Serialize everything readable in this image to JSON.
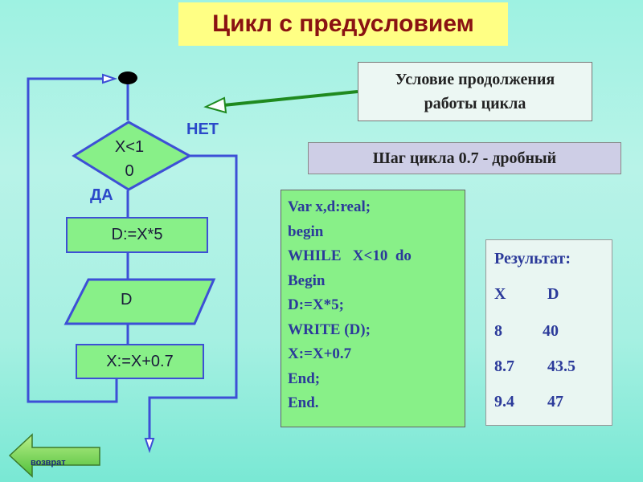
{
  "title": "Цикл с предусловием",
  "flowchart": {
    "condition": "X<1\n0",
    "label_no": "НЕТ",
    "label_yes": "ДА",
    "process_1": "D:=X*5",
    "output": "D",
    "process_2": "X:=X+0.7"
  },
  "note": {
    "line1": "Условие продолжения",
    "line2": "работы цикла"
  },
  "step_note": "Шаг цикла  0.7  - дробный",
  "code_lines": [
    "Var x,d:real;",
    "begin",
    "WHILE   X<10  do",
    "Begin",
    "D:=X*5;",
    "WRITE (D);",
    "X:=X+0.7",
    "End;",
    "End."
  ],
  "result": {
    "title": "Результат:",
    "col_x": "X",
    "col_d": "D",
    "rows": [
      {
        "x": "8",
        "d": "40"
      },
      {
        "x": "8.7",
        "d": "43.5"
      },
      {
        "x": "9.4",
        "d": "47"
      }
    ]
  },
  "back_button": "возврат",
  "colors": {
    "title_bg": "#ffff84",
    "title_text": "#8a1212",
    "block_fill": "#88f088",
    "flow_line": "#3d4fd6",
    "arrow_green": "#1f8a1f"
  }
}
